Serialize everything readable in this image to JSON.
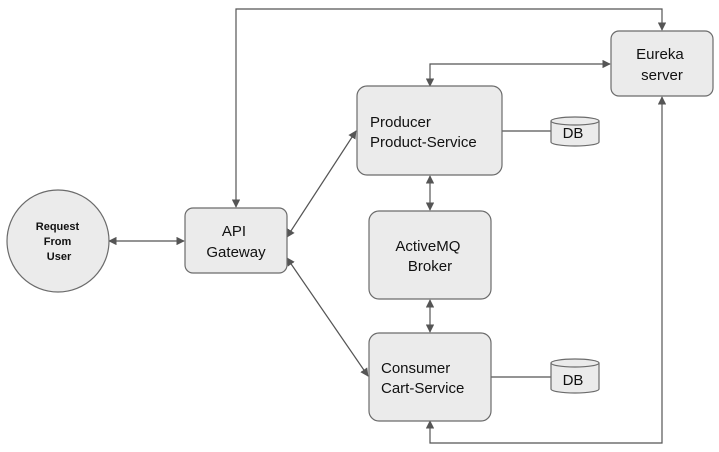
{
  "nodes": {
    "user": {
      "lines": [
        "Request",
        "From",
        "User"
      ]
    },
    "gateway": {
      "lines": [
        "API",
        "Gateway"
      ]
    },
    "producer": {
      "lines": [
        "Producer",
        "Product-Service"
      ]
    },
    "broker": {
      "lines": [
        "ActiveMQ",
        "Broker"
      ]
    },
    "consumer": {
      "lines": [
        "Consumer",
        "Cart-Service"
      ]
    },
    "eureka": {
      "lines": [
        "Eureka",
        "server"
      ]
    },
    "db_producer": {
      "label": "DB"
    },
    "db_consumer": {
      "label": "DB"
    }
  },
  "colors": {
    "node_fill": "#ebebeb",
    "node_stroke": "#6b6b6b",
    "edge": "#555555"
  }
}
